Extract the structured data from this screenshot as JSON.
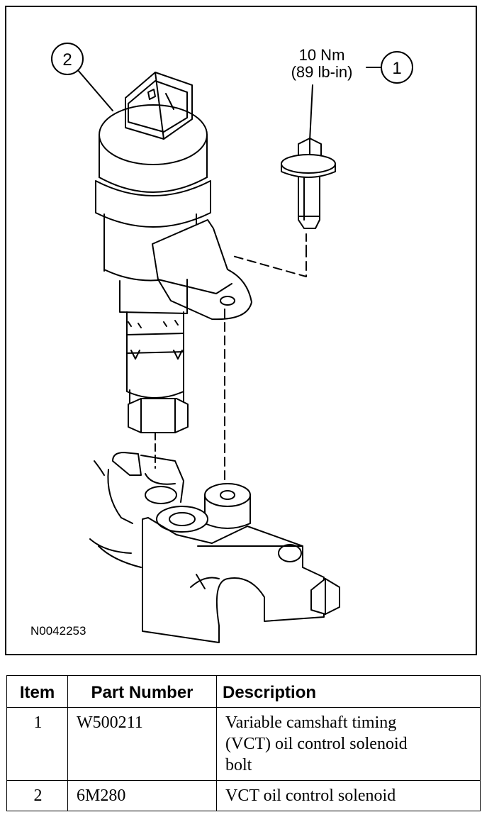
{
  "figure": {
    "torque_nm": "10 Nm",
    "torque_lbin": "(89 lb-in)",
    "callout_1": "1",
    "callout_2": "2",
    "figure_id": "N0042253"
  },
  "table": {
    "headers": {
      "item": "Item",
      "part_number": "Part Number",
      "description": "Description"
    },
    "rows": [
      {
        "item": "1",
        "part_number": "W500211",
        "description_lines": [
          "Variable camshaft timing",
          "(VCT) oil control solenoid",
          "bolt"
        ]
      },
      {
        "item": "2",
        "part_number": "6M280",
        "description_lines": [
          "VCT oil control solenoid"
        ]
      }
    ]
  }
}
